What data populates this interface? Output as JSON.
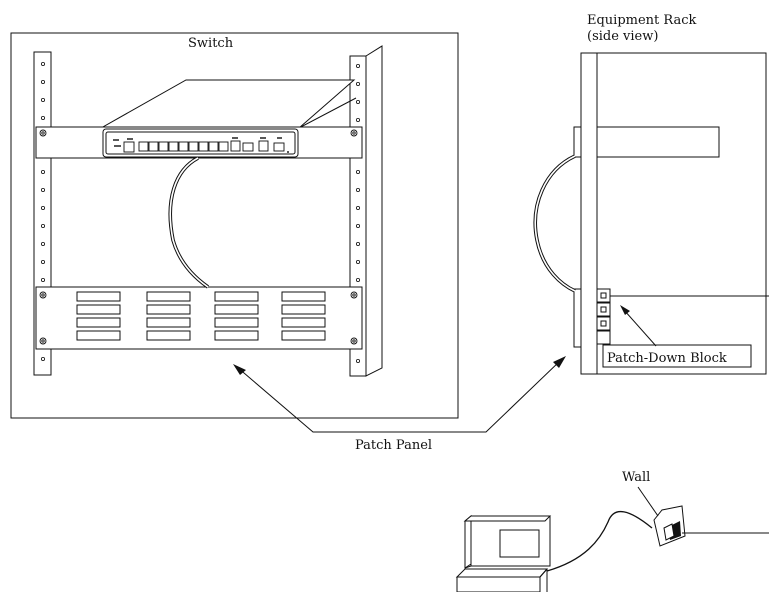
{
  "labels": {
    "switch": "Switch",
    "rack_title_line1": "Equipment Rack",
    "rack_title_line2": "(side view)",
    "patch_down_block": "Patch-Down Block",
    "patch_panel": "Patch Panel",
    "wall": "Wall"
  },
  "colors": {
    "line": "#111111",
    "background": "#ffffff"
  }
}
